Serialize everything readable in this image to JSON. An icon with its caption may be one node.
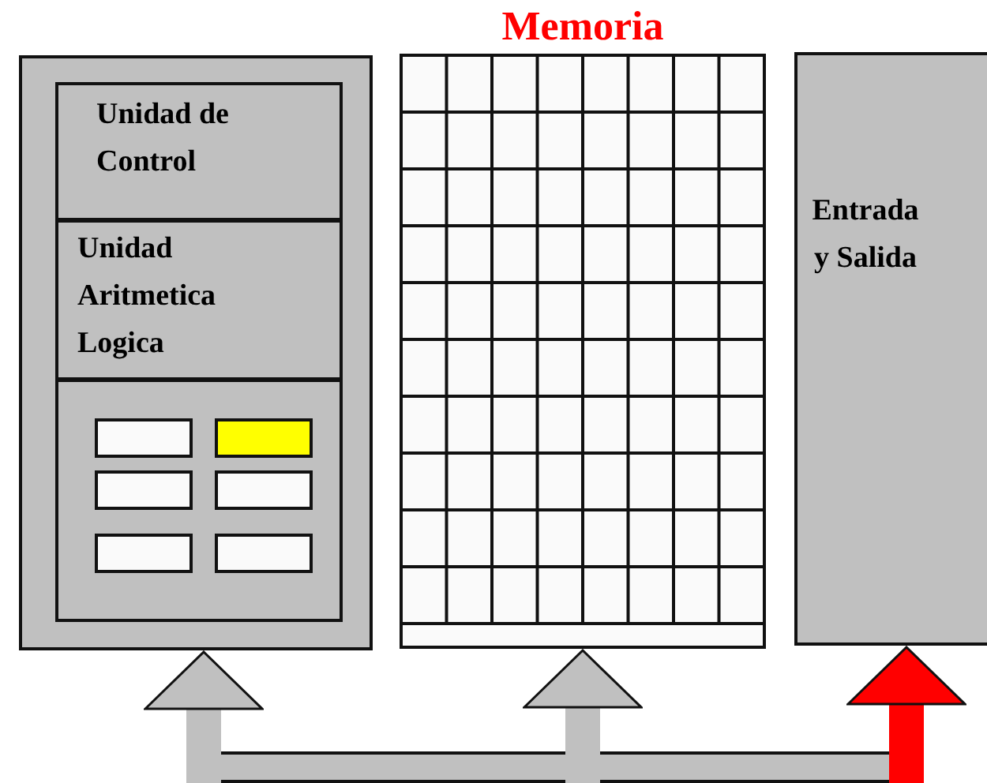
{
  "diagram": {
    "nodes": [
      {
        "text": [],
        "shape": "box"
      },
      {
        "text": [
          "Unidad de Control"
        ],
        "in": 0
      },
      {
        "text": [
          "Unidad Aritmetica Logica"
        ],
        "in": 0
      },
      {
        "text": [],
        "shape": "box",
        "in": 0
      },
      {
        "text": [],
        "shape": "box",
        "in": 3
      },
      {
        "text": [],
        "shape": "box",
        "in": 3
      },
      {
        "text": [],
        "shape": "box",
        "in": 3
      },
      {
        "text": [],
        "shape": "box",
        "in": 3
      },
      {
        "text": [],
        "shape": "box",
        "in": 3
      },
      {
        "text": [],
        "shape": "box",
        "in": 3
      },
      {
        "text": [
          "Memoria"
        ]
      },
      {
        "text": [
          "Entrada y Salida"
        ]
      },
      {
        "text": [],
        "shape": "bar"
      }
    ],
    "edges": [
      {
        "from": 12,
        "to": 0,
        "arrow": "to"
      },
      {
        "from": 12,
        "to": 10,
        "arrow": "to"
      },
      {
        "from": 12,
        "to": 11,
        "arrow": "to",
        "color": "#ff0000"
      }
    ]
  }
}
